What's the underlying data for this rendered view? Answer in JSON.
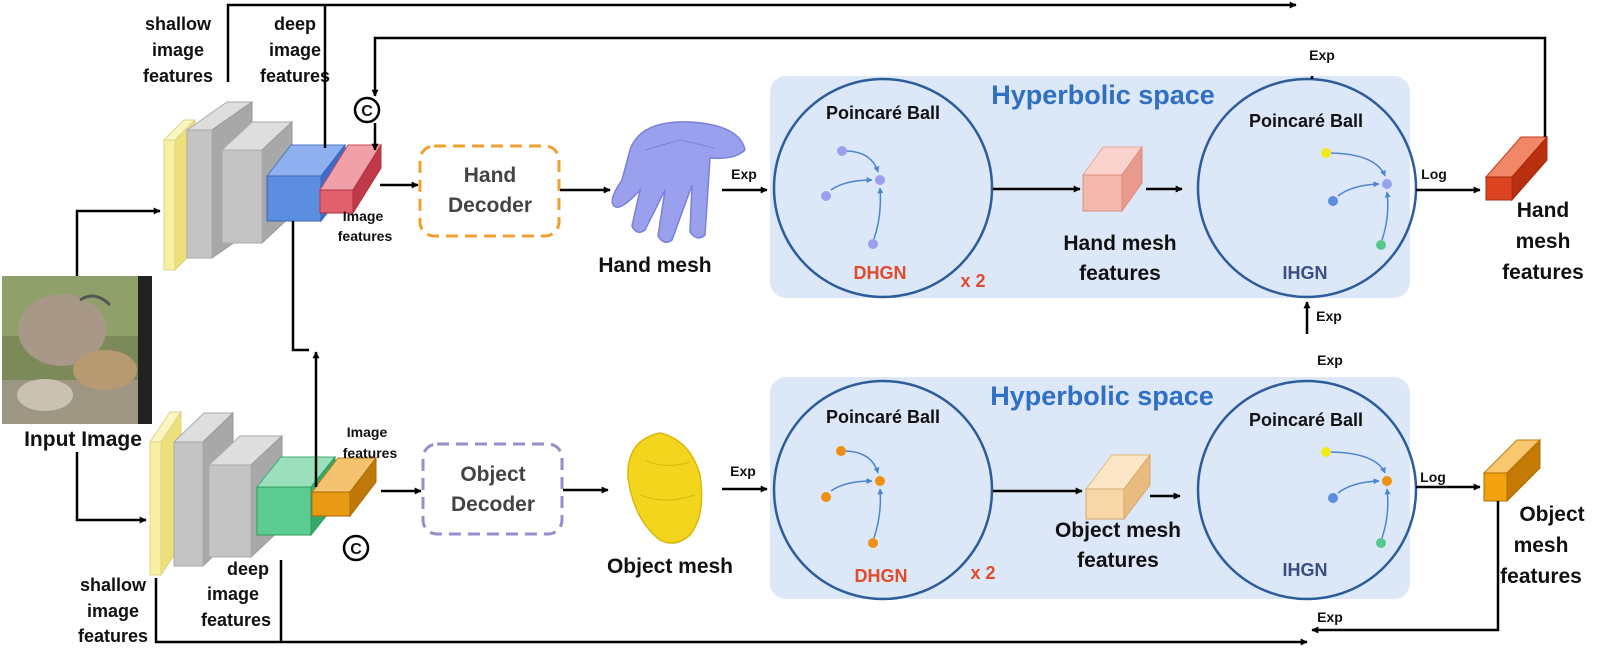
{
  "input_label": "Input Image",
  "hand_branch": {
    "shallow_label": [
      "shallow",
      "image",
      "features"
    ],
    "deep_label": [
      "deep",
      "image",
      "features"
    ],
    "image_features_label": [
      "Image",
      "features"
    ],
    "decoder_label": [
      "Hand",
      "Decoder"
    ],
    "mesh_label": "Hand mesh",
    "exp_label": "Exp",
    "space_title": "Hyperbolic space",
    "ball1_title": "Poincaré Ball",
    "ball1_module": "DHGN",
    "repeat_label": "x 2",
    "mid_features_label": [
      "Hand mesh",
      "features"
    ],
    "ball2_title": "Poincaré Ball",
    "ball2_module": "IHGN",
    "log_label": "Log",
    "output_label": [
      "Hand",
      "mesh",
      "features"
    ],
    "exp_top": "Exp",
    "exp_bottom": "Exp"
  },
  "object_branch": {
    "shallow_label": [
      "shallow",
      "image",
      "features"
    ],
    "deep_label": [
      "deep",
      "image",
      "features"
    ],
    "image_features_label": [
      "Image",
      "features"
    ],
    "decoder_label": [
      "Object",
      "Decoder"
    ],
    "mesh_label": "Object mesh",
    "exp_label": "Exp",
    "space_title": "Hyperbolic space",
    "ball1_title": "Poincaré Ball",
    "ball1_module": "DHGN",
    "repeat_label": "x 2",
    "mid_features_label": [
      "Object mesh",
      "features"
    ],
    "ball2_title": "Poincaré Ball",
    "ball2_module": "IHGN",
    "log_label": "Log",
    "output_label": [
      "Object",
      "mesh",
      "features"
    ],
    "exp_top": "Exp",
    "exp_bottom": "Exp"
  },
  "concat_symbol": "C",
  "colors": {
    "hyperbolic_panel": "#dce8f7",
    "hand_feature": "#5b8de0",
    "hand_concat": "#e0606e",
    "hand_decoder_border": "#f0a030",
    "hand_mesh": "#9aa0ee",
    "hand_output": "#dd4422",
    "hand_mid_feature": "#f5b8ac",
    "object_feature": "#5ccc92",
    "object_concat": "#e99a14",
    "object_decoder_border": "#9a8ccc",
    "object_mesh": "#f2d51c",
    "object_output": "#f2a20c",
    "object_mid_feature": "#f7d6a8",
    "shallow_layer": "#f8f0a0",
    "deep_layer": "#c4c4c4",
    "dhgn_text": "#e04b2c",
    "ihgn_text": "#3b4d84",
    "space_title": "#2f6fc4"
  },
  "icons": [
    "concat-circle-icon",
    "hand-mesh-icon",
    "object-mesh-icon",
    "input-photo-icon"
  ]
}
